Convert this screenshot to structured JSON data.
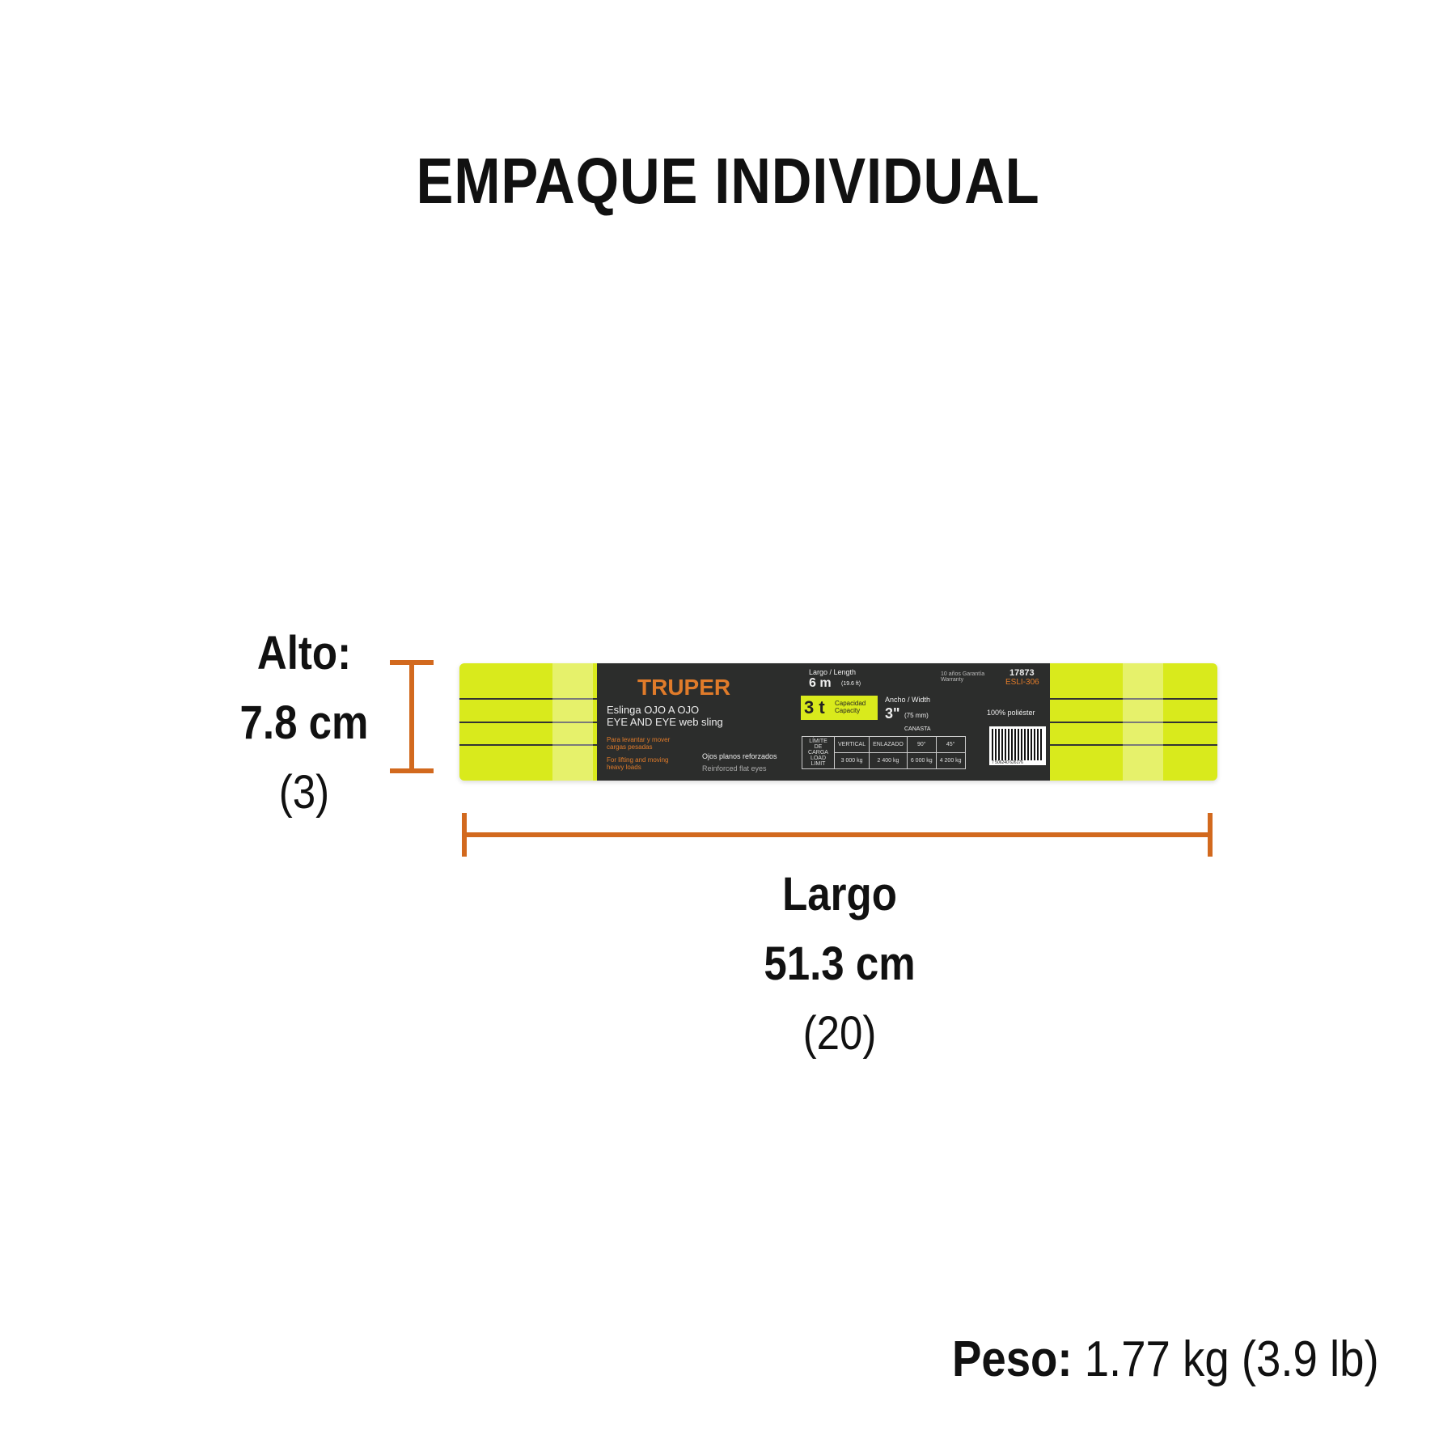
{
  "title": "EMPAQUE INDIVIDUAL",
  "height": {
    "label": "Alto:",
    "metric": "7.8 cm",
    "imperial": "(3)"
  },
  "length": {
    "label": "Largo",
    "metric": "51.3 cm",
    "imperial": "(20)"
  },
  "weight": {
    "label": "Peso:",
    "value": "1.77 kg (3.9 lb)"
  },
  "colors": {
    "dimension_line": "#d2691e",
    "sling": "#d9ea1c",
    "label_bg": "#2c2d2c",
    "brand": "#e07b2a"
  },
  "product_label": {
    "brand": "TRUPER",
    "name_es": "Eslinga OJO A OJO",
    "name_en": "EYE AND EYE web sling",
    "use_es": "Para levantar y mover cargas pesadas",
    "use_en": "For lifting and moving heavy loads",
    "eyes_es": "Ojos planos reforzados",
    "eyes_en": "Reinforced flat eyes",
    "length_label": "Largo / Length",
    "length_value": "6 m",
    "length_imperial": "(19.6 ft)",
    "capacity_value": "3 t",
    "capacity_label": "Capacidad Capacity",
    "width_label": "Ancho / Width",
    "width_value": "3\"",
    "width_metric": "(75 mm)",
    "warranty": "10 años Garantía Warranty",
    "code": "17873",
    "model": "ESLI-306",
    "material": "100% poliéster",
    "load_limit": "LÍMITE DE CARGA LOAD LIMIT",
    "basket": "CANASTA",
    "load_headers": [
      "VERTICAL",
      "ENLAZADO",
      "90°",
      "45°"
    ],
    "load_values": [
      "3 000 kg",
      "2 400 kg",
      "6 000 kg",
      "4 200 kg"
    ],
    "barcode": "7 506240 626176"
  }
}
